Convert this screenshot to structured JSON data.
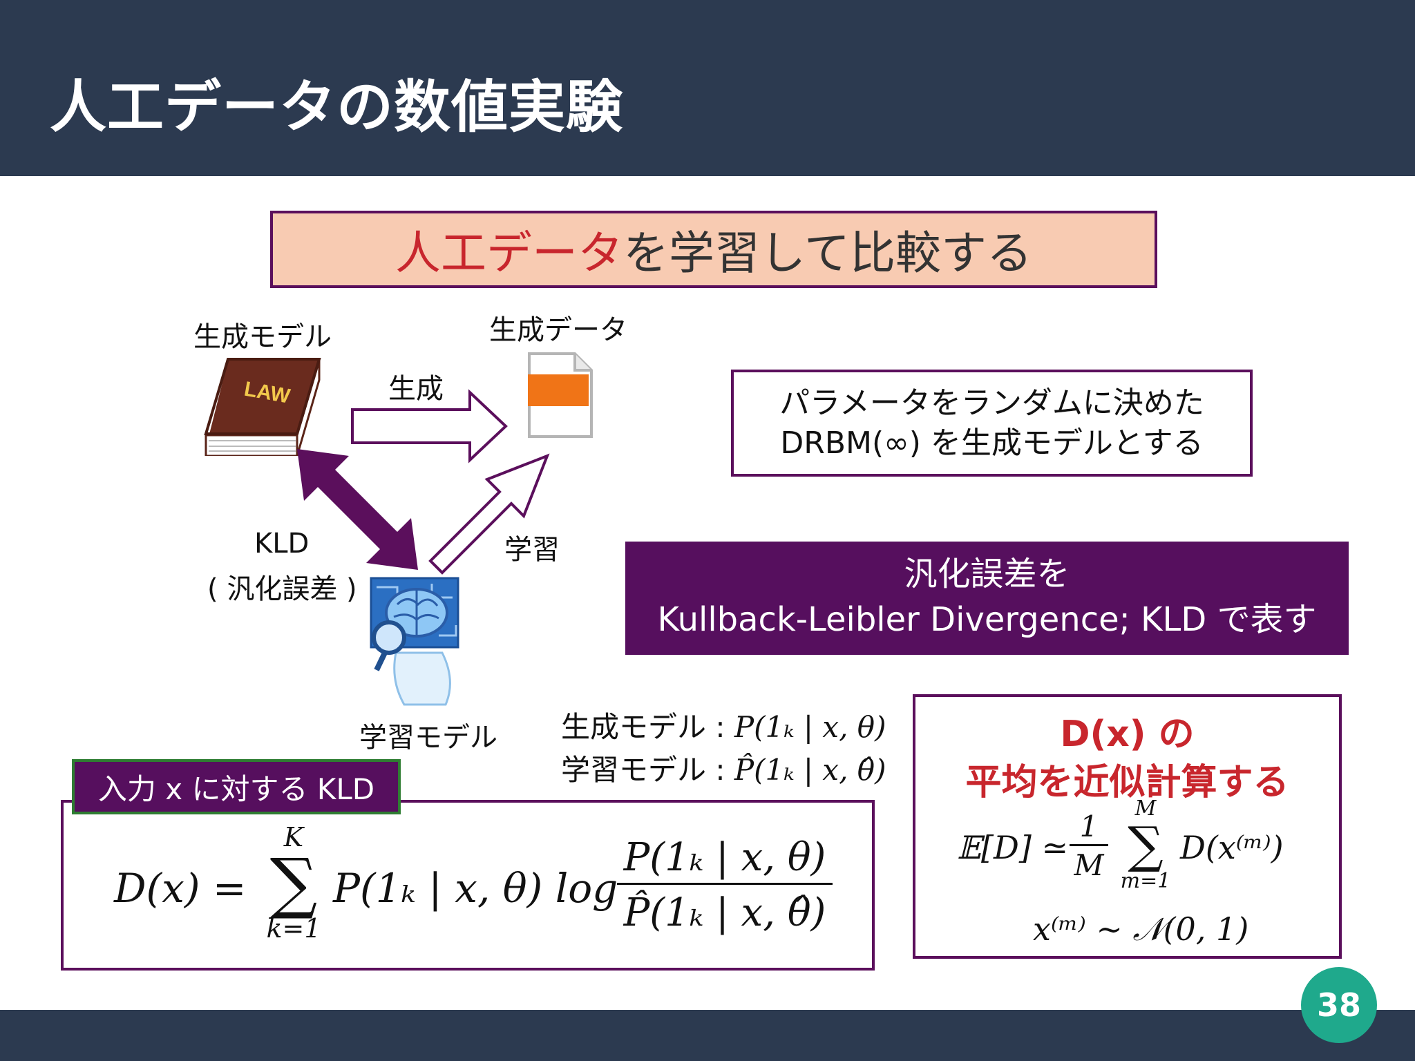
{
  "slide": {
    "title": "人工データの数値実験",
    "page_number": "38"
  },
  "banner": {
    "highlight": "人工データ",
    "rest": "を学習して比較する",
    "colors": {
      "fill": "#f8cbb2",
      "border": "#5b0f5c",
      "highlight": "#c8262d"
    }
  },
  "diagram": {
    "generative_model_label": "生成モデル",
    "generated_data_label": "生成データ",
    "generate_arrow_label": "生成",
    "learn_arrow_label": "学習",
    "kld_label": "KLD",
    "kld_sub_label": "( 汎化誤差 )",
    "learning_model_label": "学習モデル",
    "book_text": "LAW",
    "icons": [
      "book-icon",
      "document-icon",
      "brain-robot-icon"
    ]
  },
  "params_box": {
    "line1": "パラメータをランダムに決めた",
    "line2": "DRBM(∞) を生成モデルとする"
  },
  "kld_box": {
    "line1": "汎化誤差を",
    "line2": "Kullback-Leibler Divergence; KLD で表す"
  },
  "model_defs": {
    "gen_label": "生成モデル : ",
    "gen_expr": "P(1ₖ | x, θ)",
    "learn_label": "学習モデル : ",
    "learn_expr": "P̂(1ₖ | x, θ̂)"
  },
  "kld_formula": {
    "tag": "入力 x に対する KLD",
    "lhs": "D(x) =",
    "sum_top": "K",
    "sum_bottom": "k=1",
    "term": "P(1ₖ | x, θ) log",
    "numerator": "P(1ₖ | x, θ)",
    "denominator": "P̂(1ₖ | x, θ̂)"
  },
  "monte_carlo": {
    "title_line1": "D(x) の",
    "title_line2": "平均を近似計算する",
    "lhs": "𝔼[D] ≃",
    "frac_num": "1",
    "frac_den": "M",
    "sum_top": "M",
    "sum_bottom": "m=1",
    "term": "D(x⁽ᵐ⁾)",
    "sampling": "x⁽ᵐ⁾ ∼ 𝒩(0, 1)"
  }
}
